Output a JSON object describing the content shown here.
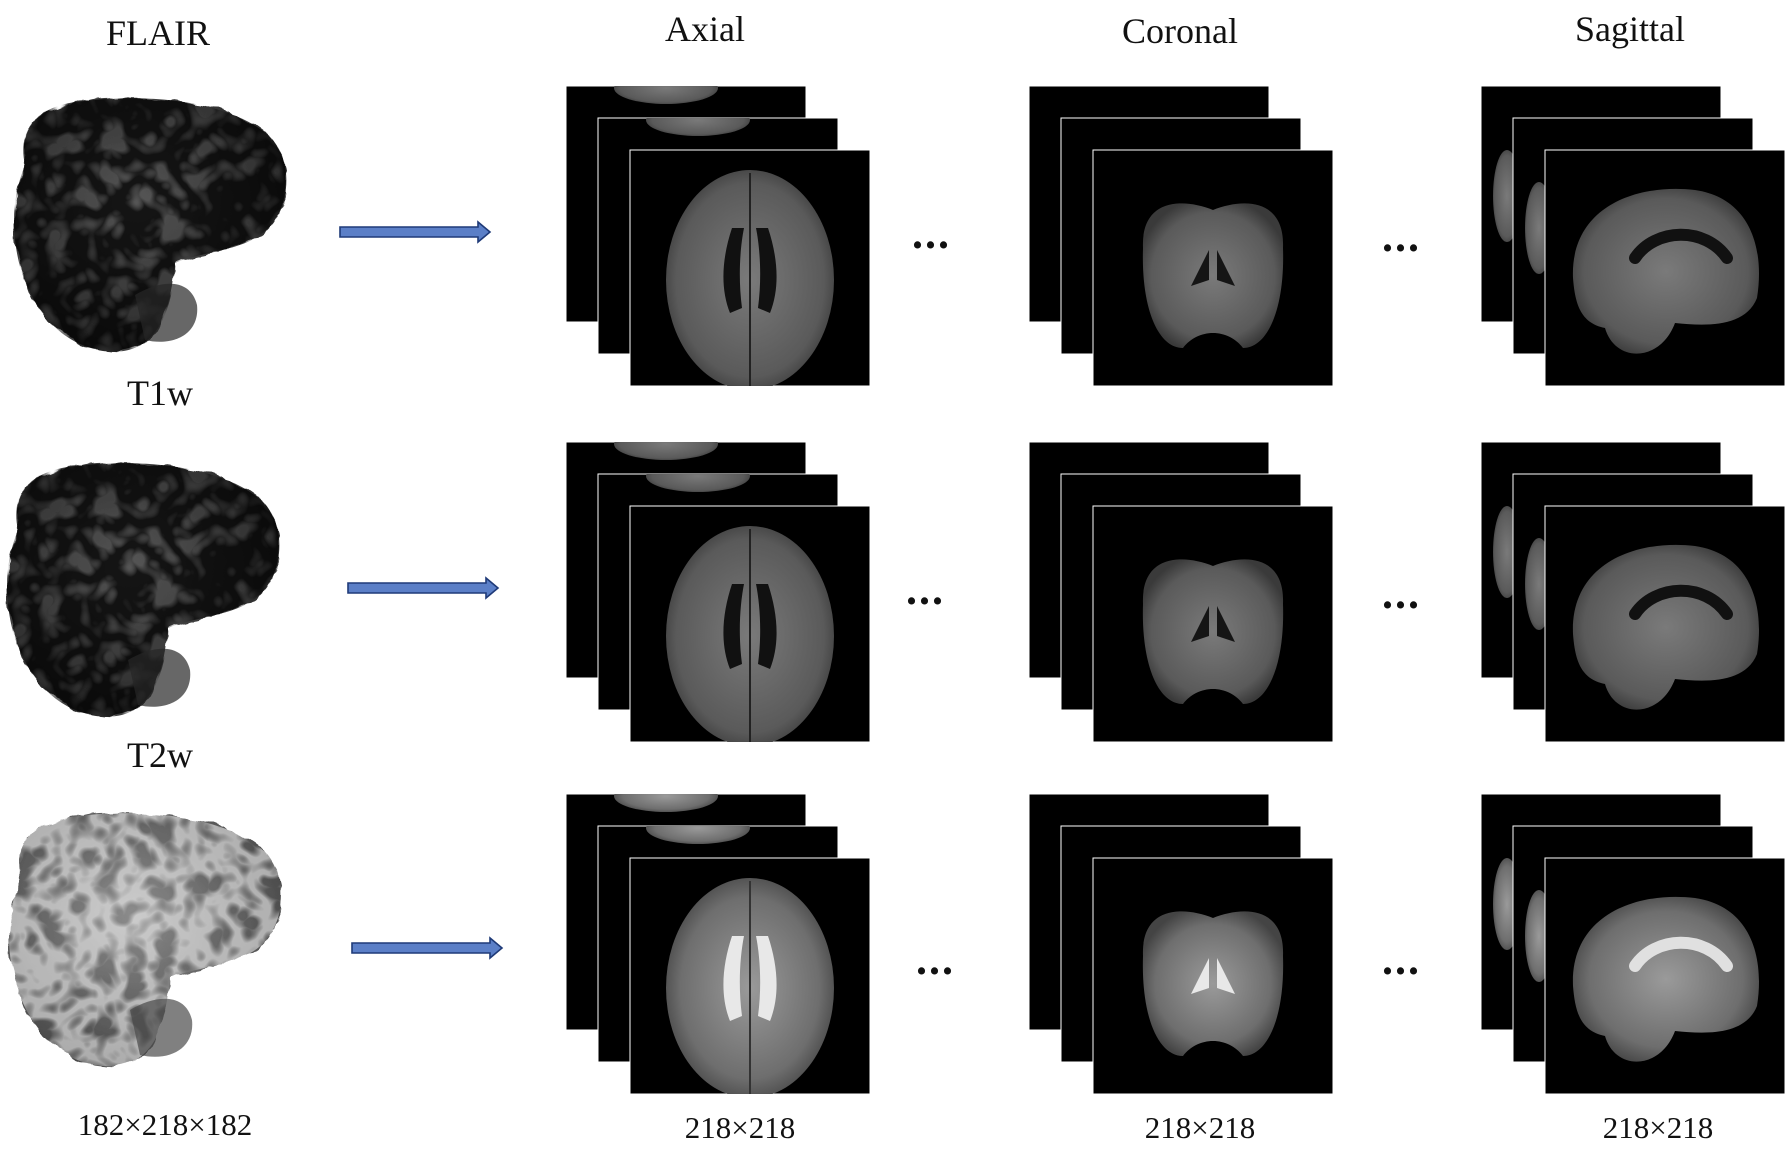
{
  "header": {
    "view_axial": "Axial",
    "view_coronal": "Coronal",
    "view_sagittal": "Sagittal"
  },
  "modalities": [
    {
      "name": "FLAIR",
      "tone": "dark"
    },
    {
      "name": "T1w",
      "tone": "dark"
    },
    {
      "name": "T2w",
      "tone": "light"
    }
  ],
  "ellipsis": "...",
  "dims": {
    "volume": "182×218×182",
    "axial": "218×218",
    "coronal": "218×218",
    "sagittal": "218×218"
  },
  "colors": {
    "arrow_fill": "#5B7FC7",
    "arrow_stroke": "#1F3A78",
    "slice_bg": "#000000",
    "brain_dark": "#3a3a3a",
    "brain_light": "#8a8a8a"
  }
}
